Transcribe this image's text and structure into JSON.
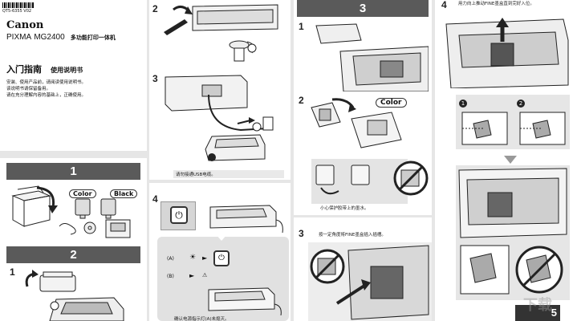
{
  "cover": {
    "barcode_text": "QT5-6355 V02",
    "brand": "Canon",
    "product": "PIXMA",
    "model": "MG2400",
    "product_desc": "多功能打印一体机",
    "guide_title": "入门指南",
    "guide_subtitle": "使用说明书",
    "notes": [
      "安装、使用产品前，请阅读使用说明书。",
      "该说明书请保留备用。",
      "请在充分理解内容的基础上，正确使用。"
    ]
  },
  "steps": {
    "s1": "1",
    "s2": "2",
    "s3": "3",
    "s4": "4",
    "s5": "5"
  },
  "substeps": {
    "a1": "1",
    "b2": "2",
    "c3": "3",
    "c4": "4",
    "d1": "1",
    "d2": "2",
    "d3": "3"
  },
  "labels": {
    "color": "Color",
    "black": "Black",
    "color2": "Color",
    "state_a": "(A)",
    "state_b": "(B)"
  },
  "captions": {
    "usb": "请勿接通USB电缆。",
    "protect": "小心保护胶带上的墨水。",
    "insert": "按一定角度将FINE墨盒插入插槽。",
    "lamp": "确认电源指示灯(A)未熄灭。",
    "push_up": "用力向上推动FINE墨盒直到完好入位。"
  },
  "watermark": "下载"
}
